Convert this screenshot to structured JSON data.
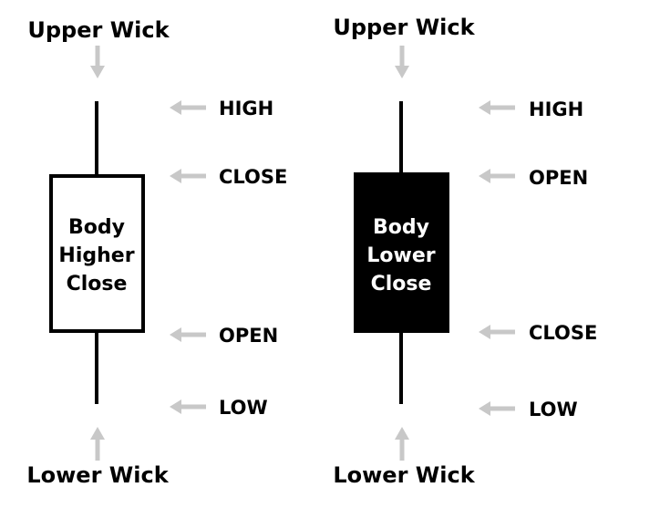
{
  "colors": {
    "ink": "#000000",
    "arrow": "#c8c8c8",
    "bullish_body_fill": "#ffffff",
    "bearish_body_fill": "#000000",
    "bearish_body_text": "#ffffff"
  },
  "candles": [
    {
      "id": "bullish",
      "upper_wick_label": "Upper Wick",
      "lower_wick_label": "Lower Wick",
      "body_lines": [
        "Body",
        "Higher",
        "Close"
      ],
      "levels": [
        "HIGH",
        "CLOSE",
        "OPEN",
        "LOW"
      ]
    },
    {
      "id": "bearish",
      "upper_wick_label": "Upper Wick",
      "lower_wick_label": "Lower Wick",
      "body_lines": [
        "Body",
        "Lower",
        "Close"
      ],
      "levels": [
        "HIGH",
        "OPEN",
        "CLOSE",
        "LOW"
      ]
    }
  ]
}
